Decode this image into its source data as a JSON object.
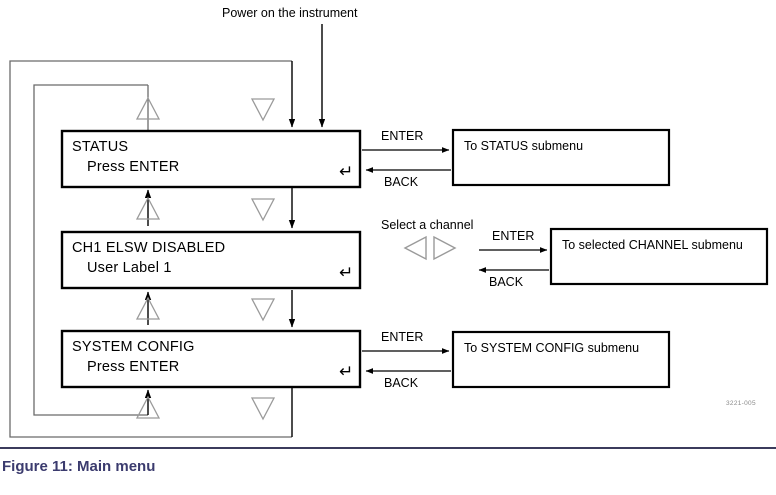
{
  "figure": {
    "caption": "Figure 11: Main menu",
    "part_number": "3221-005"
  },
  "annotations": {
    "power_on": "Power on the instrument",
    "select_channel": "Select a channel"
  },
  "menu_boxes": [
    {
      "id": "status",
      "title": "STATUS",
      "subtitle": "Press ENTER",
      "enter_glyph": "↵"
    },
    {
      "id": "channel",
      "title": "CH1  ELSW DISABLED",
      "subtitle": "User Label 1",
      "enter_glyph": "↵"
    },
    {
      "id": "system-config",
      "title": "SYSTEM CONFIG",
      "subtitle": "Press ENTER",
      "enter_glyph": "↵"
    }
  ],
  "submenu_boxes": [
    {
      "id": "status-submenu",
      "label": "To STATUS submenu"
    },
    {
      "id": "channel-submenu",
      "label": "To selected CHANNEL submenu"
    },
    {
      "id": "system-config-submenu",
      "label": "To SYSTEM CONFIG submenu"
    }
  ],
  "transitions": [
    {
      "id": "status-enter",
      "label": "ENTER"
    },
    {
      "id": "status-back",
      "label": "BACK"
    },
    {
      "id": "channel-enter",
      "label": "ENTER"
    },
    {
      "id": "channel-back",
      "label": "BACK"
    },
    {
      "id": "system-enter",
      "label": "ENTER"
    },
    {
      "id": "system-back",
      "label": "BACK"
    }
  ],
  "nav_keys": {
    "up_triangles": 3,
    "down_triangles": 3,
    "left_triangle": "◁",
    "right_triangle": "▷"
  },
  "colors": {
    "line": "#000000",
    "loop_line": "#6b6b6b",
    "triangle_outline": "#9a9a9a",
    "caption": "#3b3b6e",
    "box_border": "#000000",
    "background": "#ffffff"
  }
}
